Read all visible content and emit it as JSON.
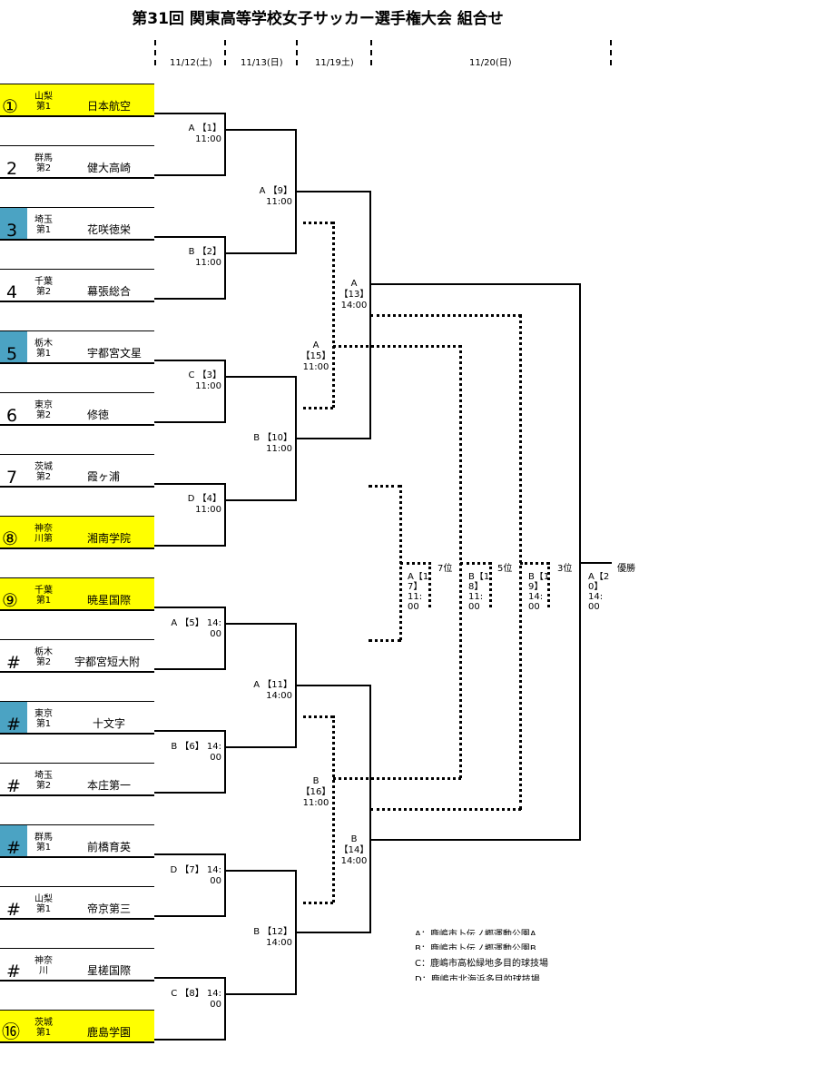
{
  "title": "第31回 関東高等学校女子サッカー選手権大会 組合せ",
  "dates": [
    "11/12(土)",
    "11/13(日)",
    "11/19土)",
    "11/20(日)"
  ],
  "teams": [
    {
      "seed": "①",
      "pref1": "山梨",
      "pref2": "第1",
      "name": "日本航空"
    },
    {
      "seed": "2",
      "pref1": "群馬",
      "pref2": "第2",
      "name": "健大高崎"
    },
    {
      "seed": "3",
      "pref1": "埼玉",
      "pref2": "第1",
      "name": "花咲徳栄"
    },
    {
      "seed": "4",
      "pref1": "千葉",
      "pref2": "第2",
      "name": "幕張総合"
    },
    {
      "seed": "5",
      "pref1": "栃木",
      "pref2": "第1",
      "name": "宇都宮文星"
    },
    {
      "seed": "6",
      "pref1": "東京",
      "pref2": "第2",
      "name": "修徳"
    },
    {
      "seed": "7",
      "pref1": "茨城",
      "pref2": "第2",
      "name": "霞ヶ浦"
    },
    {
      "seed": "⑧",
      "pref1": "神奈",
      "pref2": "川第",
      "name": "湘南学院"
    },
    {
      "seed": "⑨",
      "pref1": "千葉",
      "pref2": "第1",
      "name": "暁星国際"
    },
    {
      "seed": "#",
      "pref1": "栃木",
      "pref2": "第2",
      "name": "宇都宮短大附"
    },
    {
      "seed": "#",
      "pref1": "東京",
      "pref2": "第1",
      "name": "十文字"
    },
    {
      "seed": "#",
      "pref1": "埼玉",
      "pref2": "第2",
      "name": "本庄第一"
    },
    {
      "seed": "#",
      "pref1": "群馬",
      "pref2": "第1",
      "name": "前橋育英"
    },
    {
      "seed": "#",
      "pref1": "山梨",
      "pref2": "第1",
      "name": "帝京第三"
    },
    {
      "seed": "#",
      "pref1": "神奈",
      "pref2": "川",
      "name": "星槎国際"
    },
    {
      "seed": "⑯",
      "pref1": "茨城",
      "pref2": "第1",
      "name": "鹿島学園"
    }
  ],
  "matches": {
    "m1": {
      "l1": "A 【1】",
      "l2": "11:00"
    },
    "m2": {
      "l1": "B 【2】",
      "l2": "11:00"
    },
    "m3": {
      "l1": "C 【3】",
      "l2": "11:00"
    },
    "m4": {
      "l1": "D 【4】",
      "l2": "11:00"
    },
    "m5": {
      "l1": "A 【5】 14:",
      "l2": "00"
    },
    "m6": {
      "l1": "B 【6】 14:",
      "l2": "00"
    },
    "m7": {
      "l1": "D 【7】 14:",
      "l2": "00"
    },
    "m8": {
      "l1": "C 【8】 14:",
      "l2": "00"
    },
    "m9": {
      "l1": "A 【9】",
      "l2": "11:00"
    },
    "m10": {
      "l1": "B 【10】",
      "l2": "11:00"
    },
    "m11": {
      "l1": "A 【11】",
      "l2": "14:00"
    },
    "m12": {
      "l1": "B 【12】",
      "l2": "14:00"
    },
    "m13": {
      "l1": "A",
      "l2": "【13】",
      "l3": "14:00"
    },
    "m14": {
      "l1": "B",
      "l2": "【14】",
      "l3": "14:00"
    },
    "m15": {
      "l1": "A",
      "l2": "【15】",
      "l3": "11:00"
    },
    "m16": {
      "l1": "B",
      "l2": "【16】",
      "l3": "11:00"
    },
    "m17": {
      "l1": "A【1",
      "l2": "7】",
      "l3": "11:",
      "l4": "00"
    },
    "m18": {
      "l1": "B【1",
      "l2": "8】",
      "l3": "11:",
      "l4": "00"
    },
    "m19": {
      "l1": "B【1",
      "l2": "9】",
      "l3": "14:",
      "l4": "00"
    },
    "m20": {
      "l1": "A【2",
      "l2": "0】",
      "l3": "14:",
      "l4": "00"
    }
  },
  "places": {
    "seventh": "7位",
    "fifth": "5位",
    "third": "3位",
    "winner": "優勝"
  },
  "legend": [
    "A：鹿嶋市卜伝ノ郷運動公園A",
    "B：鹿嶋市卜伝ノ郷運動公園B",
    "C：鹿嶋市高松緑地多目的球技場",
    "D：鹿嶋市北海浜多目的球技場"
  ]
}
